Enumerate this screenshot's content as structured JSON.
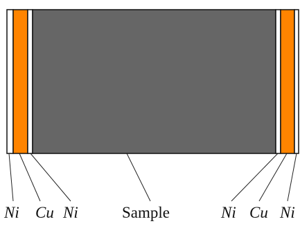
{
  "labels": {
    "ni_left_outer": "Ni",
    "cu_left": "Cu",
    "ni_left_inner": "Ni",
    "sample": "Sample",
    "ni_right_inner": "Ni",
    "cu_right": "Cu",
    "ni_right_outer": "Ni"
  },
  "colors": {
    "sample": "#666666",
    "copper": "#ff8400",
    "nickel": "#ffffff",
    "outline": "#111111",
    "leader": "#222222"
  }
}
